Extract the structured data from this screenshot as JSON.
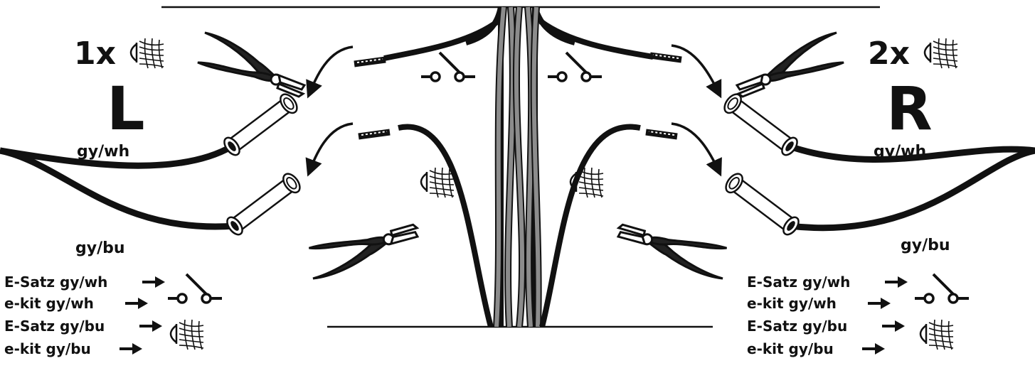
{
  "left": {
    "count": "1x",
    "side": "L",
    "wire_top": "gy/wh",
    "wire_bottom": "gy/bu",
    "legend": [
      "E-Satz gy/wh",
      "e-kit gy/wh",
      "E-Satz gy/bu",
      "e-kit gy/bu"
    ]
  },
  "right": {
    "count": "2x",
    "side": "R",
    "wire_top": "gy/wh",
    "wire_bottom": "gy/bu",
    "legend": [
      "E-Satz gy/wh",
      "e-kit gy/wh",
      "E-Satz gy/bu",
      "e-kit gy/bu"
    ]
  },
  "colors": {
    "ink": "#111111",
    "sheath": "#8c8c8c",
    "paper": "#ffffff"
  },
  "icons": [
    "lamp-icon",
    "switch-icon",
    "pliers-icon",
    "butt-connector-icon",
    "arrow-icon"
  ]
}
